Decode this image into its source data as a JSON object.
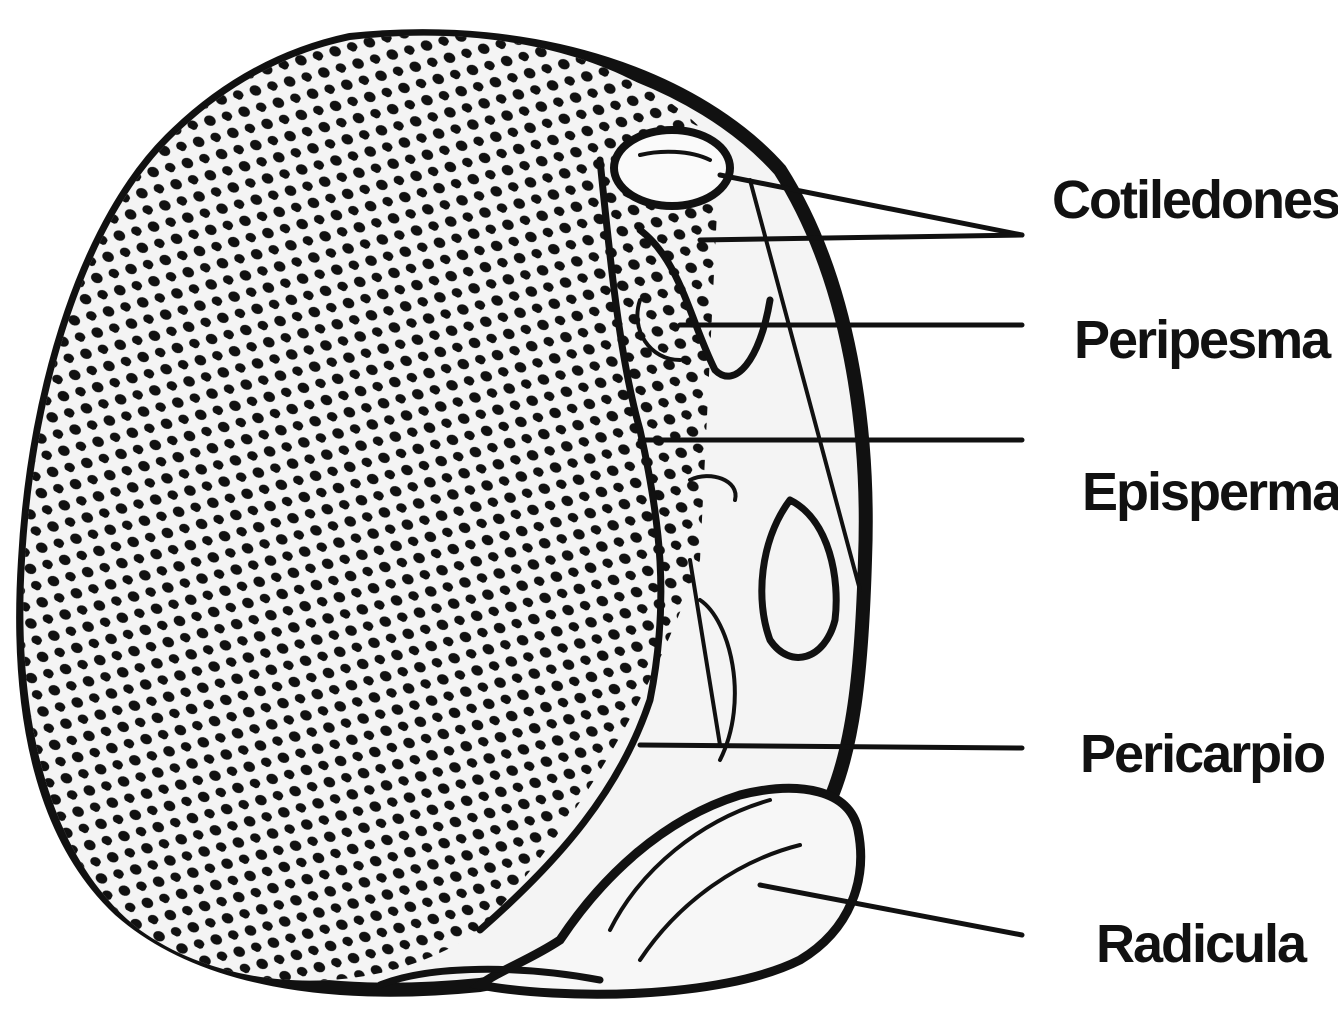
{
  "diagram": {
    "labels": {
      "cotiledones": "Cotiledones",
      "peripesma": "Peripesma",
      "episperma": "Episperma",
      "pericarpio": "Pericarpio",
      "radicula": "Radicula"
    }
  }
}
